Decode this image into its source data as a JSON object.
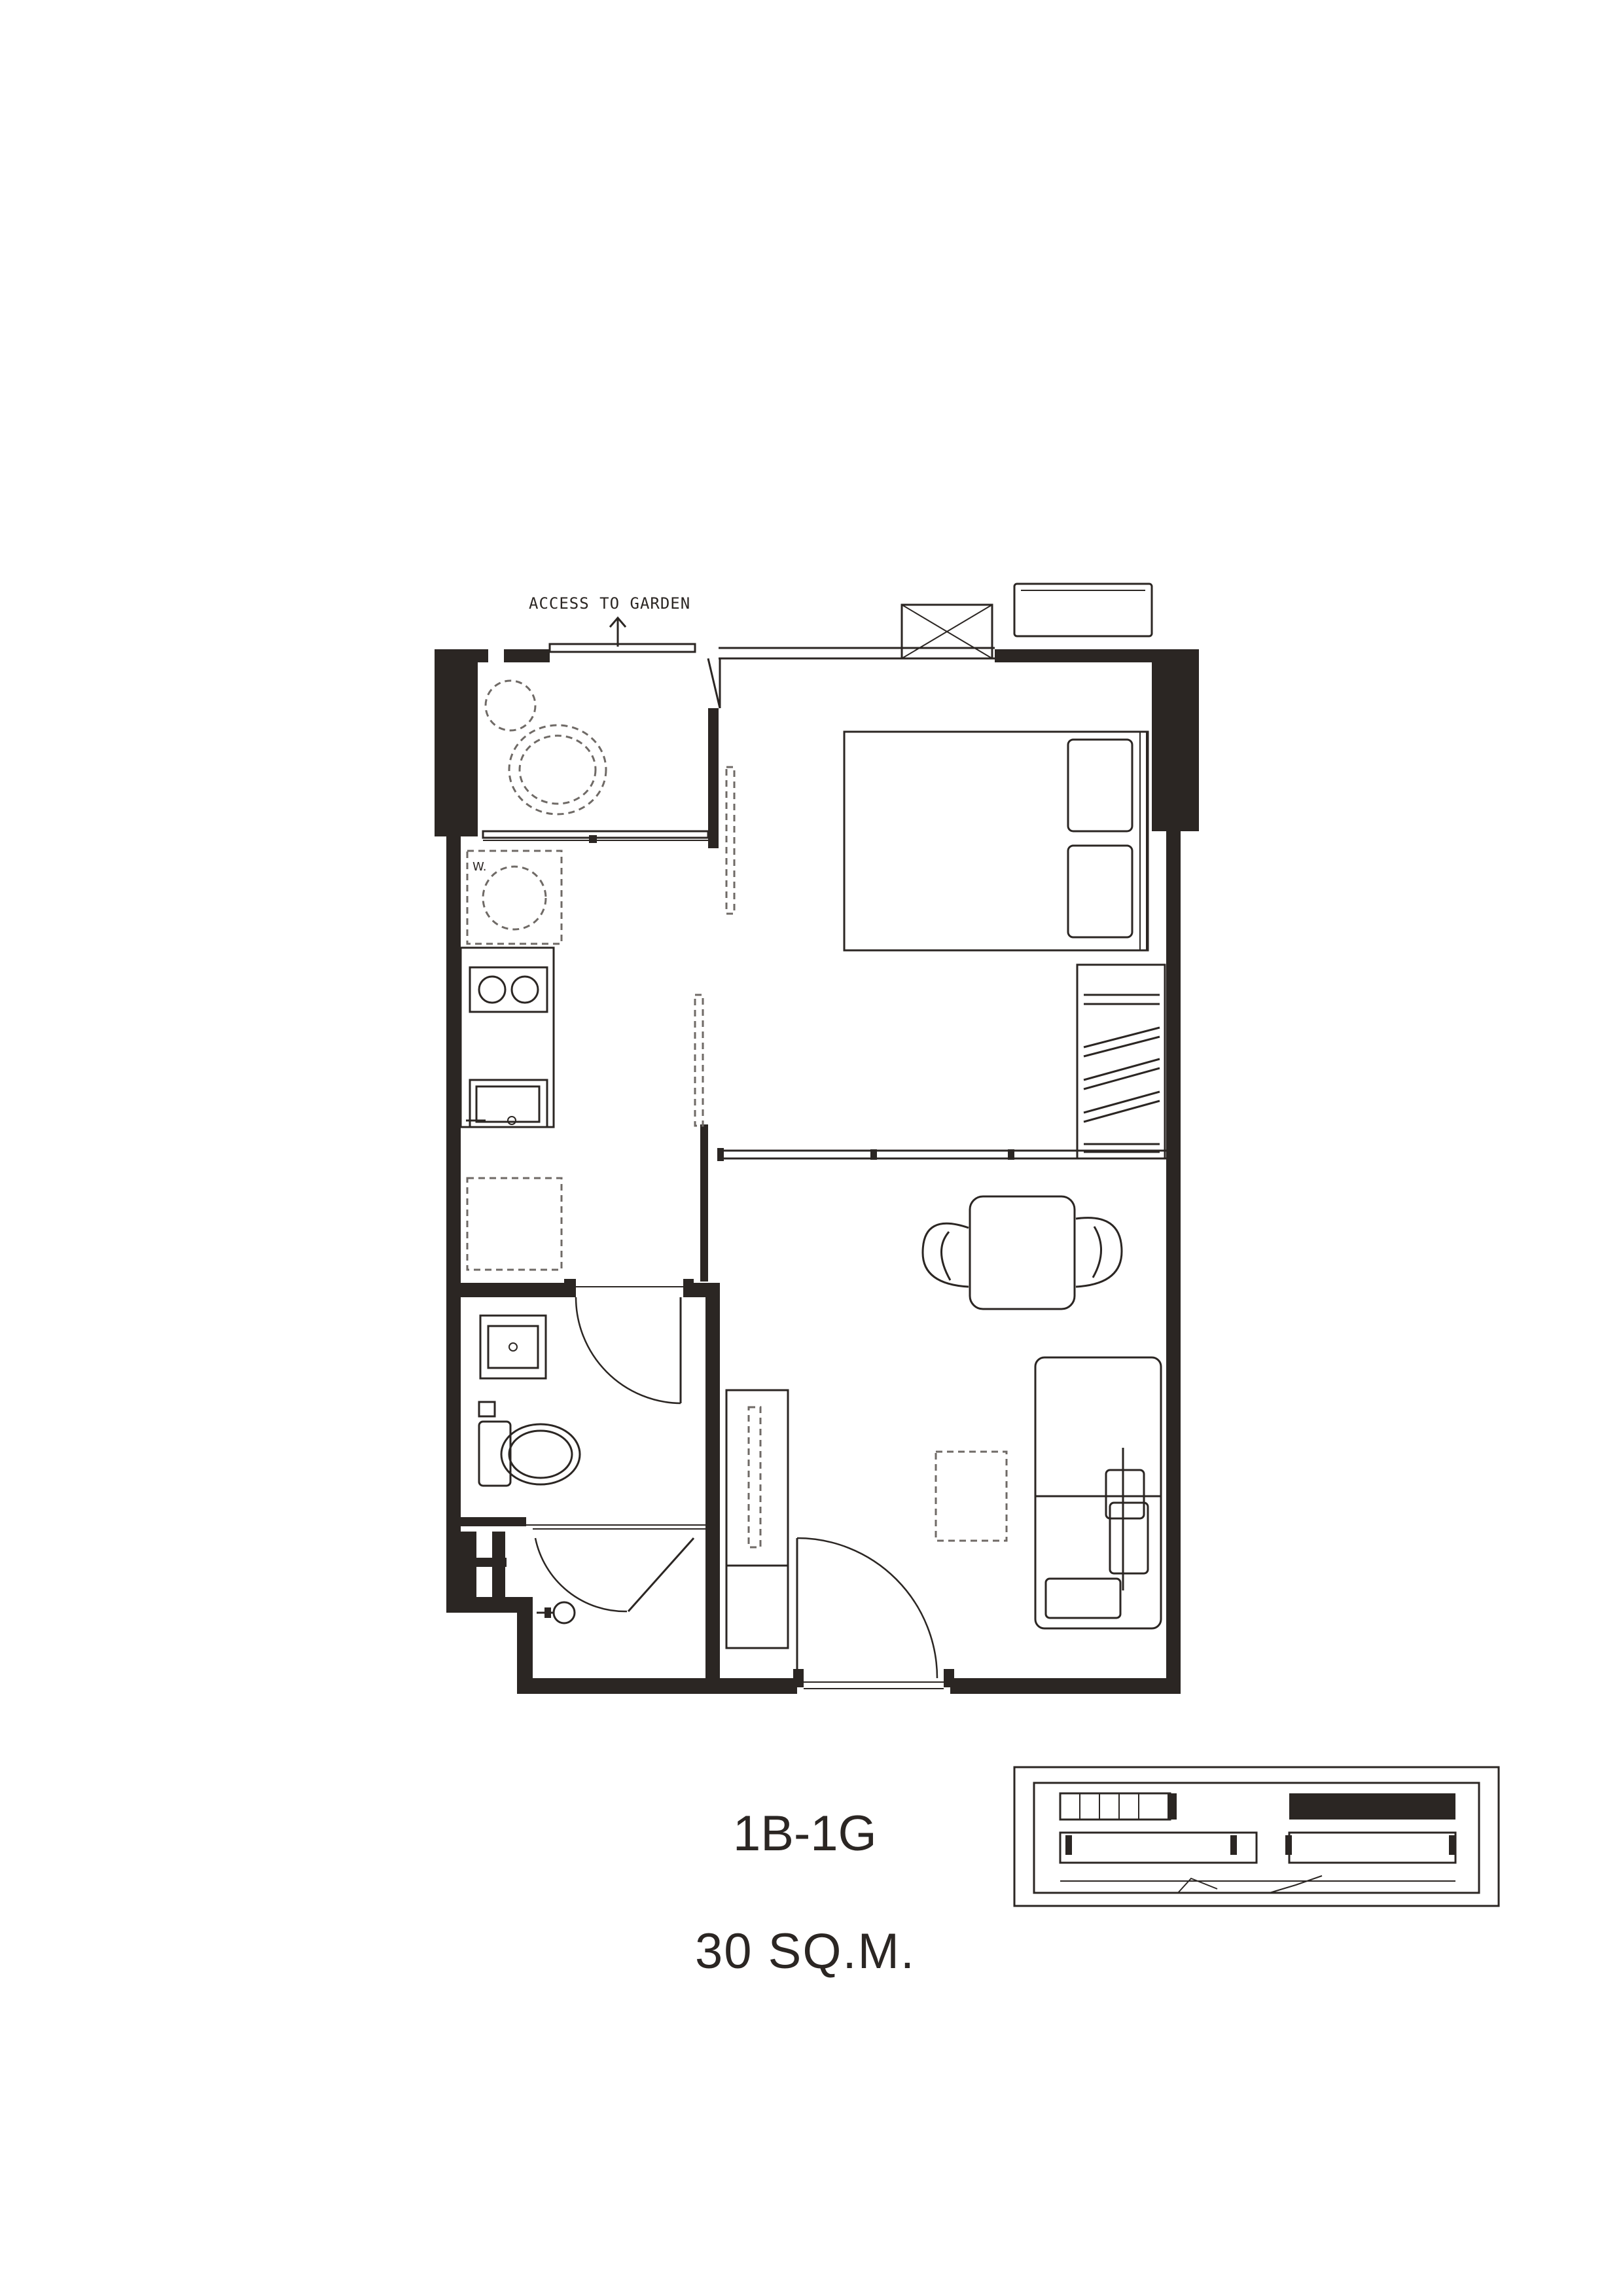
{
  "plan": {
    "access_label": "ACCESS TO GARDEN",
    "washer_label": "W."
  },
  "unit": {
    "code": "1B-1G",
    "area": "30 SQ.M."
  },
  "colors": {
    "wall": "#2b2623",
    "background": "#ffffff"
  },
  "icons": [
    "up-arrow-icon",
    "bed-icon",
    "sofa-icon",
    "toilet-icon",
    "sink-icon",
    "cooktop-icon",
    "dining-table-icon"
  ]
}
